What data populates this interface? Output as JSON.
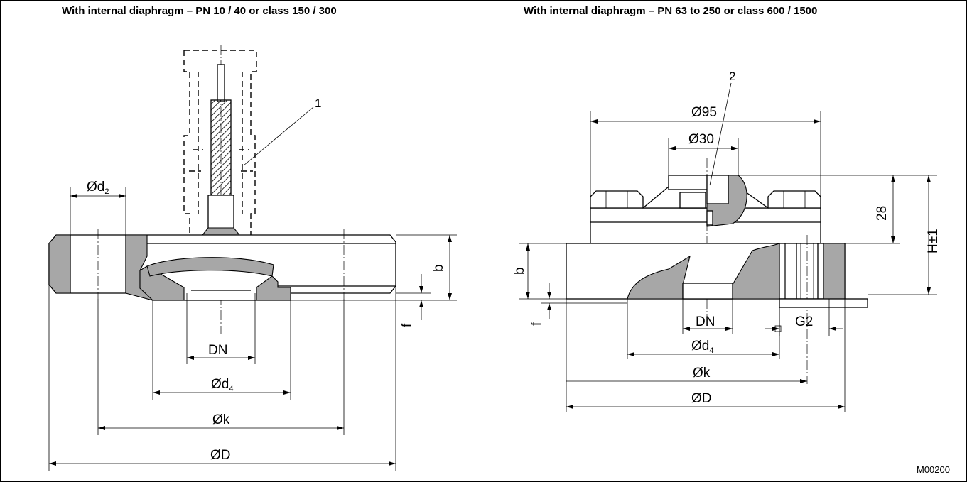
{
  "titles": {
    "left": "With internal diaphragm – PN 10 / 40 or class 150 / 300",
    "right": "With internal diaphragm – PN 63 to 250 or class 600 / 1500"
  },
  "left_view": {
    "labels": {
      "item": "1",
      "d2": "Ød",
      "d2_sub": "2",
      "b": "b",
      "f": "f",
      "dn": "DN",
      "d4": "Ød",
      "d4_sub": "4",
      "k": "Øk",
      "D": "ØD"
    }
  },
  "right_view": {
    "labels": {
      "item": "2",
      "d95": "Ø95",
      "d30": "Ø30",
      "h28": "28",
      "h": "H±1",
      "b": "b",
      "f": "f",
      "dn": "DN",
      "g2": "G2",
      "d4": "Ød",
      "d4_sub": "4",
      "k": "Øk",
      "D": "ØD"
    }
  },
  "drawing_code": "M00200",
  "colors": {
    "line": "#000000",
    "section_fill": "#a7a7a7",
    "background": "#ffffff"
  }
}
